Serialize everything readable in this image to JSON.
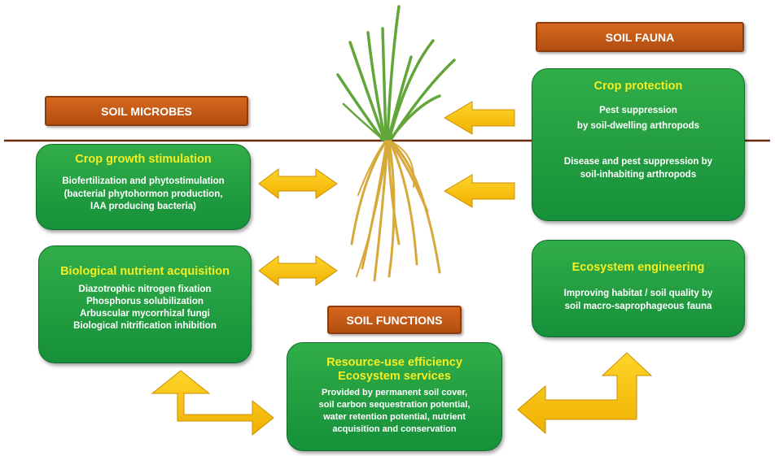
{
  "labels": {
    "soil_fauna": "SOIL FAUNA",
    "soil_microbes": "SOIL MICROBES",
    "soil_functions": "SOIL FUNCTIONS"
  },
  "boxes": {
    "crop_growth": {
      "title": "Crop growth stimulation",
      "lines": [
        "Biofertilization and phytostimulation",
        "(bacterial phytohormon production,",
        "IAA producing bacteria)"
      ]
    },
    "nutrient": {
      "title": "Biological nutrient acquisition",
      "lines": [
        "Diazotrophic nitrogen fixation",
        "Phosphorus solubilization",
        "Arbuscular  mycorrhizal  fungi",
        "Biological nitrification inhibition"
      ]
    },
    "crop_protection": {
      "title": "Crop protection",
      "group1": [
        "Pest suppression",
        "by soil-dwelling  arthropods"
      ],
      "group2": [
        "Disease and pest suppression by",
        "soil-inhabiting arthropods"
      ]
    },
    "ecosystem_engineering": {
      "title": "Ecosystem engineering",
      "lines": [
        "Improving habitat / soil quality by",
        "soil macro-saprophageous  fauna"
      ]
    },
    "resource_use": {
      "title_lines": [
        "Resource-use efficiency",
        "Ecosystem services"
      ],
      "lines": [
        "Provided by permanent soil cover,",
        "soil carbon  sequestration potential,",
        "water retention potential,  nutrient",
        "acquisition  and conservation"
      ]
    }
  },
  "colors": {
    "label_fill": "#c45a16",
    "box_fill": "#22a040",
    "title_text": "#f4ee22",
    "arrow_fill": "#f7c10e",
    "soil_line": "#6b2a12",
    "leaf": "#62a63a",
    "root": "#d7a93a"
  },
  "icons": {
    "plant": "grass-plant-with-roots",
    "arrows": "yellow-block-arrows"
  }
}
